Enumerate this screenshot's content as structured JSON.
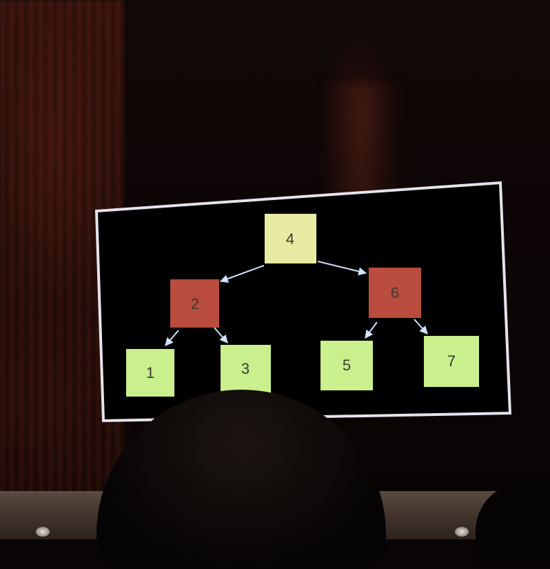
{
  "slide": {
    "nodes": [
      {
        "id": "n4",
        "label": "4",
        "color": "#e9eba5"
      },
      {
        "id": "n2",
        "label": "2",
        "color": "#b94c3c"
      },
      {
        "id": "n6",
        "label": "6",
        "color": "#b94c3c"
      },
      {
        "id": "n1",
        "label": "1",
        "color": "#c9f08c"
      },
      {
        "id": "n3",
        "label": "3",
        "color": "#c9f08c"
      },
      {
        "id": "n5",
        "label": "5",
        "color": "#c9f08c"
      },
      {
        "id": "n7",
        "label": "7",
        "color": "#c9f08c"
      }
    ],
    "edges": [
      {
        "from": "4",
        "to": "2"
      },
      {
        "from": "4",
        "to": "6"
      },
      {
        "from": "2",
        "to": "1"
      },
      {
        "from": "2",
        "to": "3"
      },
      {
        "from": "6",
        "to": "5"
      },
      {
        "from": "6",
        "to": "7"
      }
    ],
    "colors": {
      "screen_border": "#e6e3ec",
      "screen_bg": "#000000",
      "edge": "#cfe4ff"
    }
  }
}
